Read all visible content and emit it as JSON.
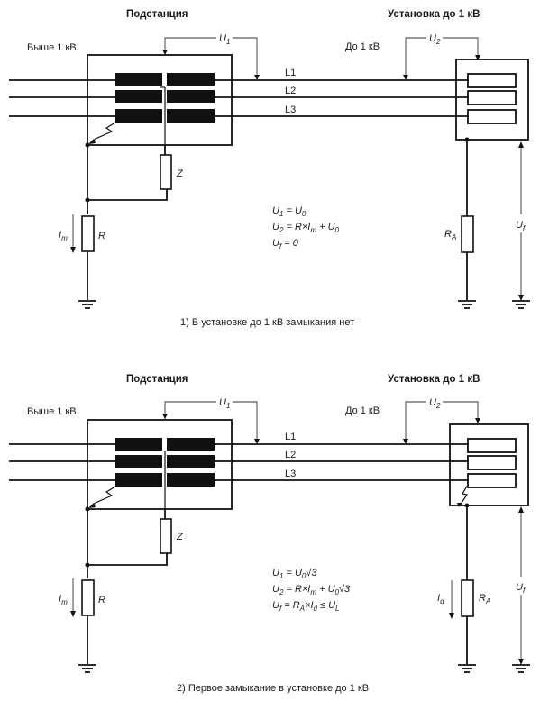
{
  "diagrams": [
    {
      "substation_title": "Подстанция",
      "installation_title": "Установка до 1 кВ",
      "high_voltage_label": "Выше 1 кВ",
      "low_voltage_label": "До 1 кВ",
      "lines": [
        "L1",
        "L2",
        "L3"
      ],
      "u1_label": {
        "base": "U",
        "sub": "1"
      },
      "u2_label": {
        "base": "U",
        "sub": "2"
      },
      "uf_label": {
        "base": "U",
        "sub": "f"
      },
      "z_label": "Z",
      "r_label": "R",
      "ra_label": {
        "base": "R",
        "sub": "A"
      },
      "im_label": {
        "base": "I",
        "sub": "m"
      },
      "formulas": [
        "U₁ = U₀",
        "U₂ = R×Iₘ + U₀",
        "U_f = 0"
      ],
      "caption": "1) В установке до 1 кВ замыкания нет"
    },
    {
      "substation_title": "Подстанция",
      "installation_title": "Установка до 1 кВ",
      "high_voltage_label": "Выше 1 кВ",
      "low_voltage_label": "До 1 кВ",
      "lines": [
        "L1",
        "L2",
        "L3"
      ],
      "u1_label": {
        "base": "U",
        "sub": "1"
      },
      "u2_label": {
        "base": "U",
        "sub": "2"
      },
      "uf_label": {
        "base": "U",
        "sub": "f"
      },
      "z_label": "Z",
      "r_label": "R",
      "ra_label": {
        "base": "R",
        "sub": "A"
      },
      "im_label": {
        "base": "I",
        "sub": "m"
      },
      "id_label": {
        "base": "I",
        "sub": "d"
      },
      "formulas": [
        "U₁ = U₀√3",
        "U₂ = R×Iₘ + U₀√3",
        "U_f = R_A×I_d ≤ U_L"
      ],
      "caption": "2) Первое замыкание в установке до 1 кВ"
    }
  ],
  "formula_parts": {
    "d1": [
      [
        {
          "t": "U"
        },
        {
          "s": "1"
        },
        {
          "t": " = U"
        },
        {
          "s": "0"
        }
      ],
      [
        {
          "t": "U"
        },
        {
          "s": "2"
        },
        {
          "t": " = R×I"
        },
        {
          "s": "m"
        },
        {
          "t": " + U"
        },
        {
          "s": "0"
        }
      ],
      [
        {
          "t": "U"
        },
        {
          "s": "f"
        },
        {
          "t": " = 0"
        }
      ]
    ],
    "d2": [
      [
        {
          "t": "U"
        },
        {
          "s": "1"
        },
        {
          "t": " = U"
        },
        {
          "s": "0"
        },
        {
          "t": "√3"
        }
      ],
      [
        {
          "t": "U"
        },
        {
          "s": "2"
        },
        {
          "t": " = R×I"
        },
        {
          "s": "m"
        },
        {
          "t": " + U"
        },
        {
          "s": "0"
        },
        {
          "t": "√3"
        }
      ],
      [
        {
          "t": "U"
        },
        {
          "s": "f"
        },
        {
          "t": " = R"
        },
        {
          "s": "A"
        },
        {
          "t": "×I"
        },
        {
          "s": "d"
        },
        {
          "t": " ≤ U"
        },
        {
          "s": "L"
        }
      ]
    ]
  }
}
